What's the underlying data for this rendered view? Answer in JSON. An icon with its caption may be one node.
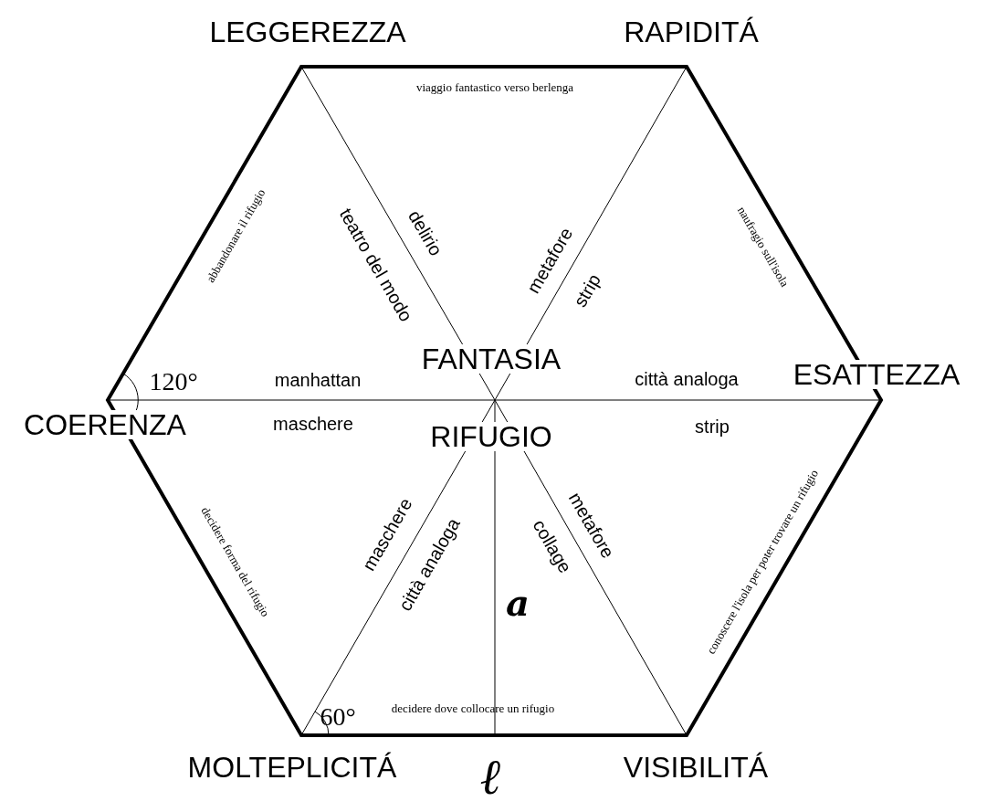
{
  "diagram": {
    "labels": [
      "LEGGEREZZA",
      "RAPIDITÁ",
      "viaggio fantastico verso berlenga",
      "abbandonare il rifugio",
      "teatro del modo",
      "delirio",
      "metafore",
      "strip",
      "naufragio sull'isola",
      "FANTASIA",
      "120°",
      "manhattan",
      "città analoga",
      "ESATTEZZA",
      "COERENZA",
      "maschere",
      "RIFUGIO",
      "strip",
      "maschere",
      "città analoga",
      "collage",
      "metafore",
      "decidere forma del rifugio",
      "conoscere l'isola per poter trovare un rifugio",
      "a",
      "60°",
      "decidere dove collocare un rifugio",
      "MOLTEPLICITÁ",
      "ℓ",
      "VISIBILITÁ"
    ]
  }
}
